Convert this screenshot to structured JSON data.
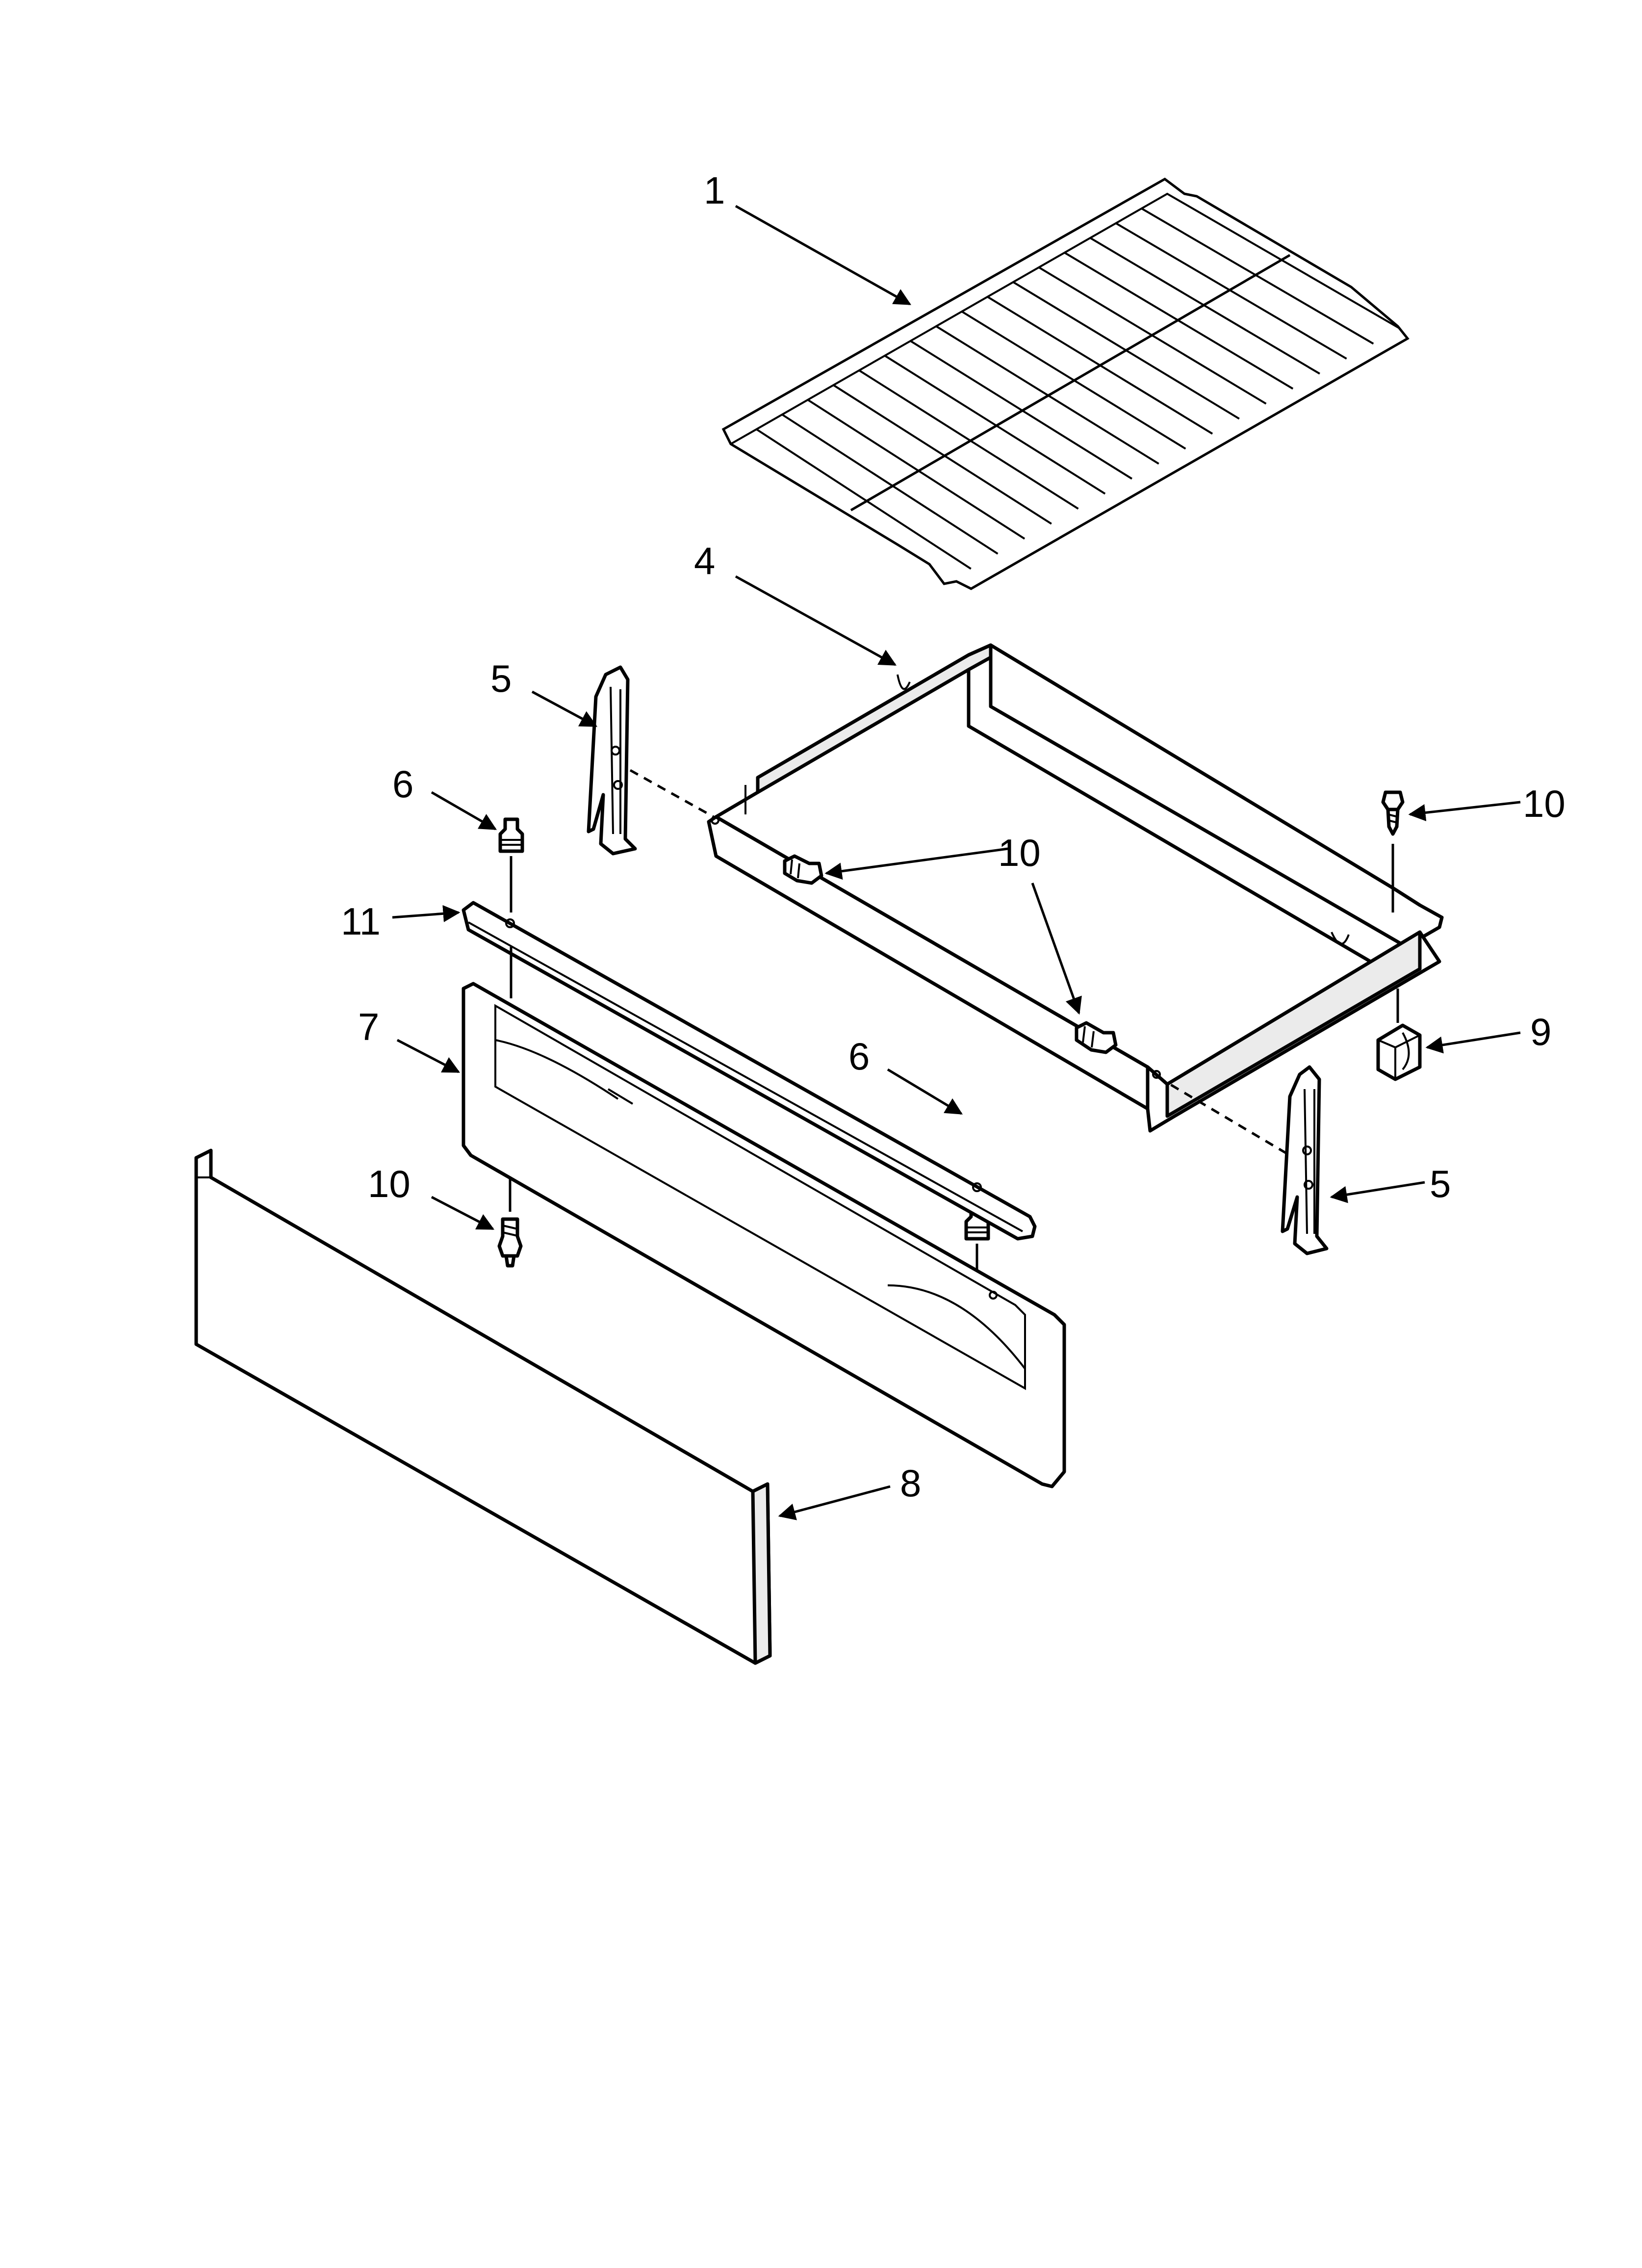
{
  "callouts": {
    "rack": "1",
    "drawer": "4",
    "slide_left": "5",
    "slide_right": "5",
    "stud_left": "6",
    "stud_right": "6",
    "bracket": "7",
    "panel": "8",
    "clip": "9",
    "screw_top_right": "10",
    "screw_drawer_side": "10",
    "screw_front": "10",
    "trim": "11"
  },
  "colors": {
    "line": "#000000",
    "background": "#ffffff",
    "shade": "#ebebeb"
  }
}
